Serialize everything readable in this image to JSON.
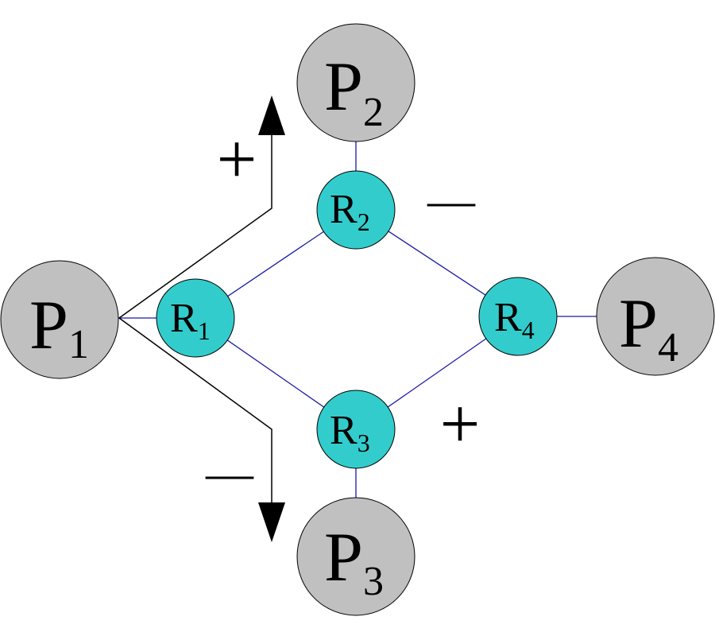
{
  "diagram": {
    "ports": [
      {
        "id": "P1",
        "letter": "P",
        "sub": "1"
      },
      {
        "id": "P2",
        "letter": "P",
        "sub": "2"
      },
      {
        "id": "P3",
        "letter": "P",
        "sub": "3"
      },
      {
        "id": "P4",
        "letter": "P",
        "sub": "4"
      }
    ],
    "resonators": [
      {
        "id": "R1",
        "letter": "R",
        "sub": "1"
      },
      {
        "id": "R2",
        "letter": "R",
        "sub": "2"
      },
      {
        "id": "R3",
        "letter": "R",
        "sub": "3"
      },
      {
        "id": "R4",
        "letter": "R",
        "sub": "4"
      }
    ],
    "signs": {
      "upper_arrow": "+",
      "lower_arrow": "—",
      "r2_side": "—",
      "r3_side": "+"
    },
    "colors": {
      "port_fill": "#c0c0c0",
      "resonator_fill": "#33cccc",
      "link_stroke": "#1a1aa8",
      "arrow": "#000000"
    }
  }
}
